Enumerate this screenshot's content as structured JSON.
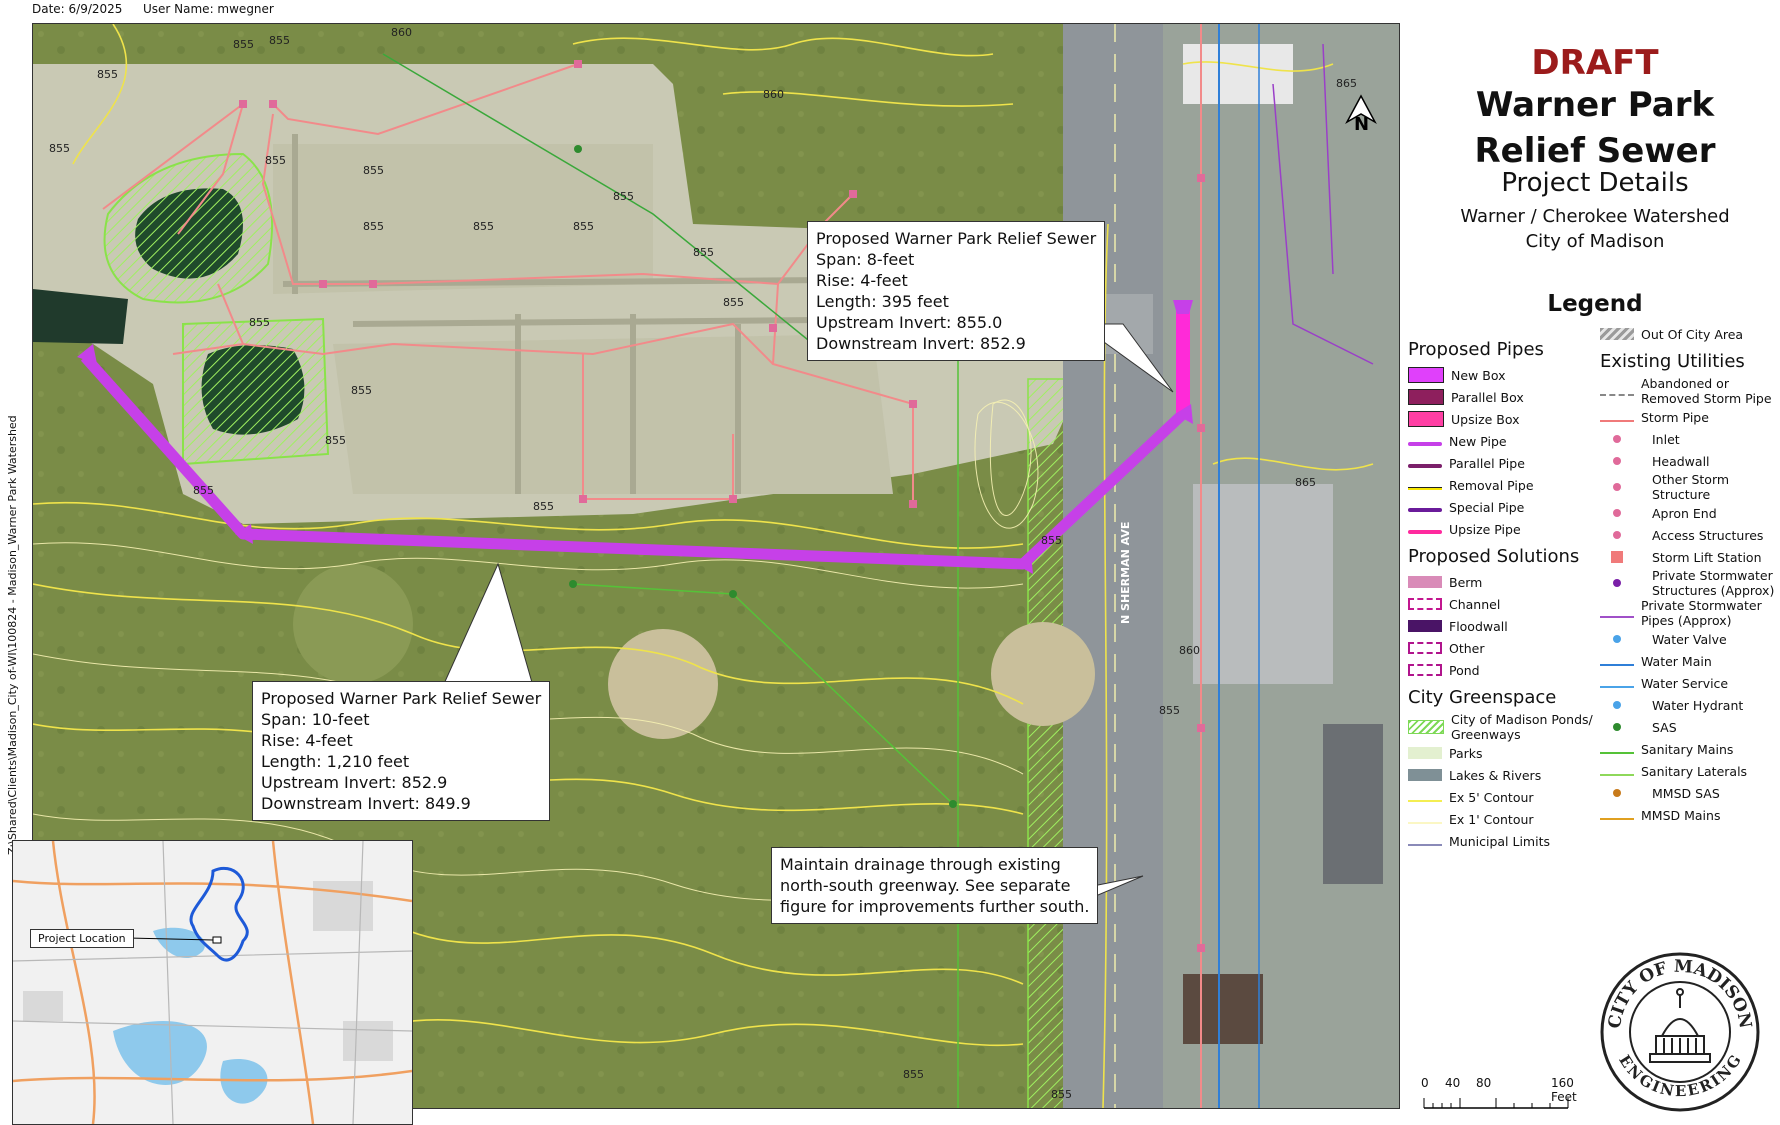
{
  "header": {
    "date": "Date: 6/9/2025",
    "user": "User Name: mwegner",
    "side_path": "Z:\\Shared\\Clients\\Madison_City of-WI\\100824 - Madison_Warner Park Watershed"
  },
  "title": {
    "draft": "DRAFT",
    "main_line1": "Warner Park",
    "main_line2": "Relief Sewer",
    "subtitle": "Project Details",
    "watershed": "Warner / Cherokee Watershed",
    "city": "City of Madison"
  },
  "callouts": {
    "upper": {
      "title": "Proposed Warner Park Relief Sewer",
      "span": "Span: 8-feet",
      "rise": "Rise: 4-feet",
      "length": "Length: 395 feet",
      "upstream": "Upstream Invert: 855.0",
      "downstream": "Downstream Invert: 852.9"
    },
    "lower": {
      "title": "Proposed Warner Park Relief Sewer",
      "span": "Span: 10-feet",
      "rise": "Rise: 4-feet",
      "length": "Length: 1,210 feet",
      "upstream": "Upstream Invert: 852.9",
      "downstream": "Downstream Invert: 849.9"
    },
    "drainage": {
      "line1": "Maintain drainage through existing",
      "line2": "north-south greenway. See separate",
      "line3": "figure for improvements further south."
    }
  },
  "map_labels": {
    "contours": [
      "855",
      "855",
      "855",
      "860",
      "855",
      "855",
      "855",
      "855",
      "855",
      "855",
      "855",
      "855",
      "855",
      "855",
      "855",
      "855",
      "855",
      "860",
      "865",
      "855",
      "865",
      "855",
      "855",
      "860",
      "855",
      "855"
    ],
    "street": "N SHERMAN AVE",
    "north": "N"
  },
  "inset": {
    "label": "Project Location"
  },
  "legend": {
    "title": "Legend",
    "proposed_pipes": {
      "heading": "Proposed Pipes",
      "items": [
        {
          "label": "New Box",
          "color": "#e040fb"
        },
        {
          "label": "Parallel Box",
          "color": "#8e1f5d"
        },
        {
          "label": "Upsize Box",
          "color": "#ff3fa4"
        },
        {
          "label": "New Pipe",
          "color": "#c640e8"
        },
        {
          "label": "Parallel Pipe",
          "color": "#7b1f6a"
        },
        {
          "label": "Removal Pipe",
          "color": "#f7e600"
        },
        {
          "label": "Special Pipe",
          "color": "#6a1b9a"
        },
        {
          "label": "Upsize Pipe",
          "color": "#ff2a9e"
        }
      ]
    },
    "proposed_solutions": {
      "heading": "Proposed Solutions",
      "items": [
        {
          "label": "Berm",
          "color": "#d98bb8"
        },
        {
          "label": "Channel",
          "color": "#c2168f"
        },
        {
          "label": "Floodwall",
          "color": "#4a1466"
        },
        {
          "label": "Other",
          "color": "#b0148c"
        },
        {
          "label": "Pond",
          "color": "#b0148c"
        }
      ]
    },
    "city_greenspace": {
      "heading": "City Greenspace",
      "items": [
        {
          "label": "City of Madison Ponds/ Greenways",
          "color": "#7ed957"
        },
        {
          "label": "Parks",
          "color": "#e3f0d0"
        },
        {
          "label": "Lakes & Rivers",
          "color": "#7f9096"
        },
        {
          "label": "Ex 5' Contour",
          "color": "#f4ee52"
        },
        {
          "label": "Ex 1' Contour",
          "color": "#fbf7c4"
        },
        {
          "label": "Municipal Limits",
          "color": "#8a8ab8"
        }
      ]
    },
    "out_of_city": {
      "label": "Out Of City Area",
      "color": "#9a9a9a"
    },
    "existing_utilities": {
      "heading": "Existing Utilities",
      "items": [
        {
          "label": "Abandoned or Removed Storm Pipe",
          "color": "#888888"
        },
        {
          "label": "Storm Pipe",
          "color": "#f07a7a"
        },
        {
          "label": "Inlet",
          "color": "#e06a9a"
        },
        {
          "label": "Headwall",
          "color": "#e06a9a"
        },
        {
          "label": "Other Storm Structure",
          "color": "#e06a9a"
        },
        {
          "label": "Apron End",
          "color": "#e06a9a"
        },
        {
          "label": "Access Structures",
          "color": "#e06a9a"
        },
        {
          "label": "Storm Lift Station",
          "color": "#f07a7a"
        },
        {
          "label": "Private Stormwater Structures (Approx)",
          "color": "#7a1fa8"
        },
        {
          "label": "Private Stormwater Pipes (Approx)",
          "color": "#a050c8"
        },
        {
          "label": "Water Valve",
          "color": "#4aa3e8"
        },
        {
          "label": "Water Main",
          "color": "#2f7fd8"
        },
        {
          "label": "Water Service",
          "color": "#4aa3e8"
        },
        {
          "label": "Water Hydrant",
          "color": "#4aa3e8"
        },
        {
          "label": "SAS",
          "color": "#2e8b2e"
        },
        {
          "label": "Sanitary Mains",
          "color": "#55c238"
        },
        {
          "label": "Sanitary Laterals",
          "color": "#8ed85a"
        },
        {
          "label": "MMSD SAS",
          "color": "#c87a1a"
        },
        {
          "label": "MMSD Mains",
          "color": "#e0a020"
        }
      ]
    }
  },
  "scale": {
    "ticks": [
      "0",
      "40",
      "80",
      "160 Feet"
    ]
  },
  "seal": {
    "top_text": "CITY OF MADISON",
    "bottom_text": "ENGINEERING"
  }
}
